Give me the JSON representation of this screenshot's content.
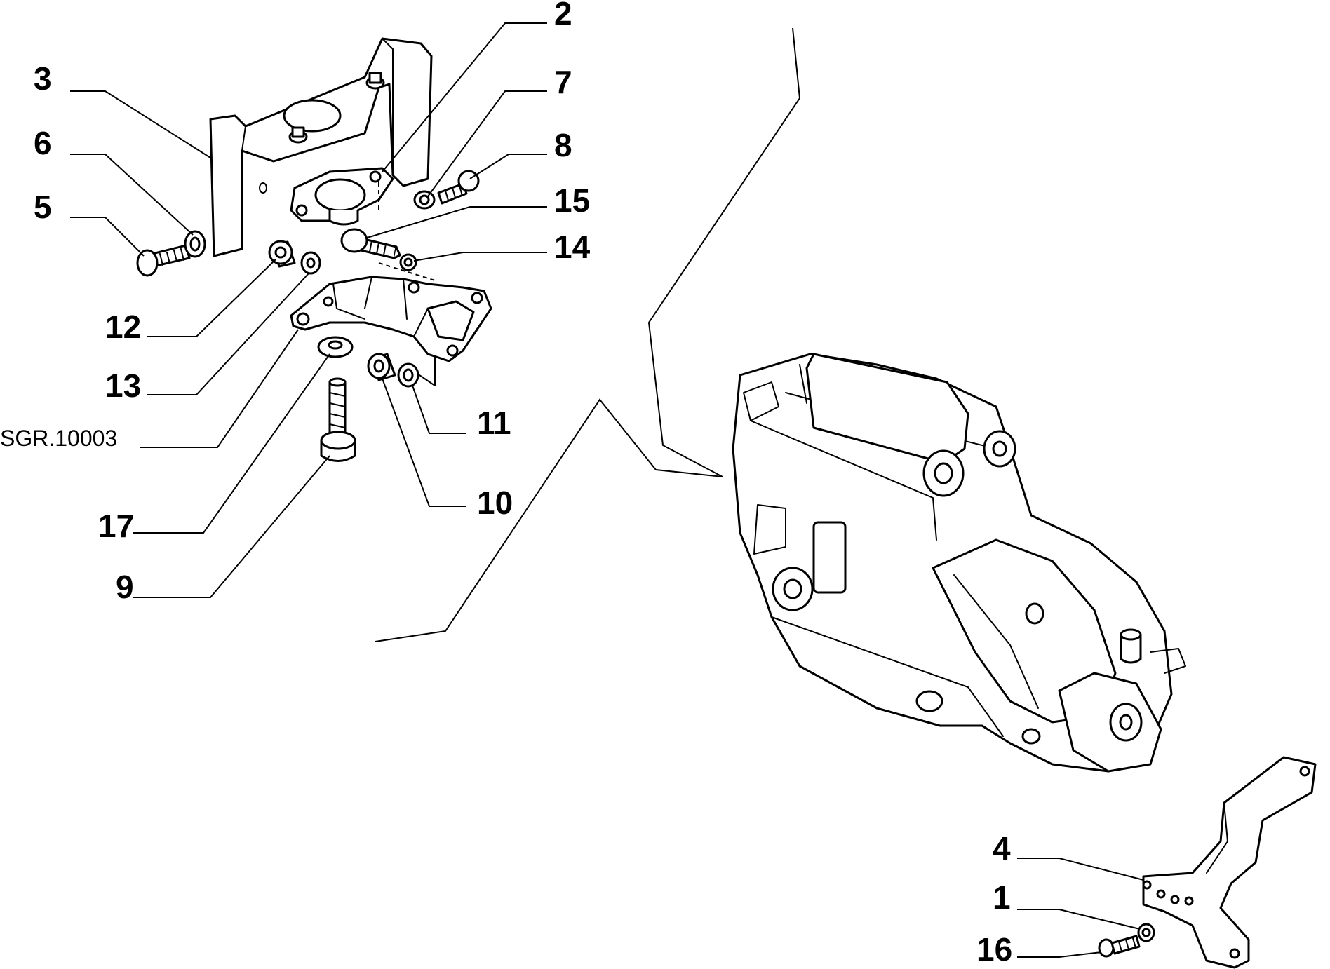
{
  "diagram": {
    "reference_code": "SGR.10003",
    "callouts": [
      "1",
      "2",
      "3",
      "4",
      "5",
      "6",
      "7",
      "8",
      "9",
      "10",
      "11",
      "12",
      "13",
      "14",
      "15",
      "16",
      "17"
    ]
  }
}
